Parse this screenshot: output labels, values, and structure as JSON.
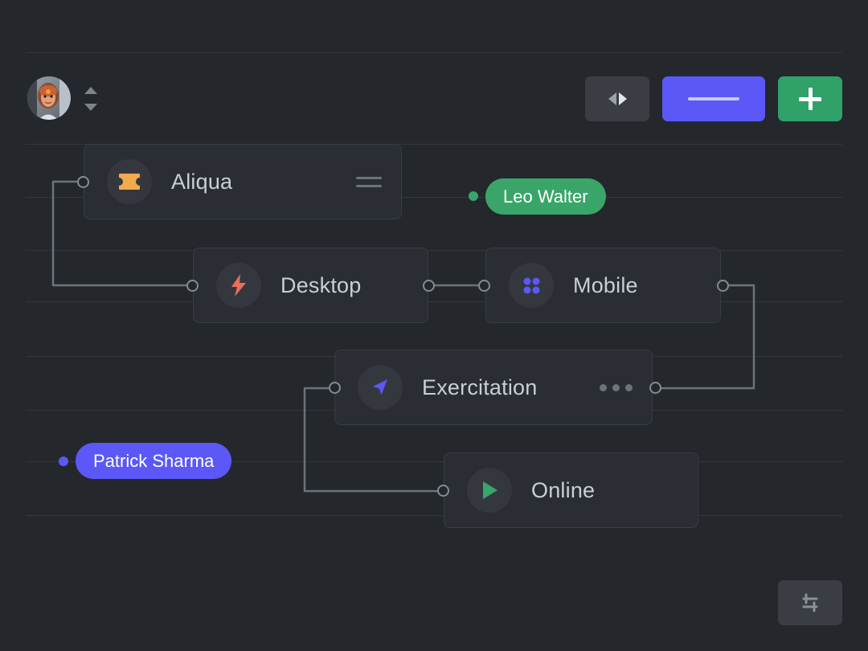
{
  "app": {
    "background": "#24272c",
    "accent_purple": "#5b58f7",
    "accent_green": "#2fa169",
    "grid_color": "#34383e"
  },
  "toolbar": {
    "avatar": {
      "name": "user-avatar",
      "alt": "User profile photo"
    },
    "sort_control": {
      "name": "sort-up-down"
    },
    "buttons": [
      {
        "name": "navigate-button",
        "icon": "left-right-arrows-icon",
        "label": ""
      },
      {
        "name": "collapse-button",
        "icon": "minus-icon",
        "label": "",
        "color": "#5b58f7"
      },
      {
        "name": "add-button",
        "icon": "plus-icon",
        "label": "",
        "color": "#2fa169"
      }
    ]
  },
  "graph": {
    "nodes": [
      {
        "id": "aliqua",
        "label": "Aliqua",
        "icon": "ticket-icon",
        "icon_color": "#f3a94e",
        "action": "hamburger-menu-icon"
      },
      {
        "id": "desktop",
        "label": "Desktop",
        "icon": "lightning-icon",
        "icon_color": "#ef6b5a",
        "action": "none"
      },
      {
        "id": "mobile",
        "label": "Mobile",
        "icon": "grid-dots-icon",
        "icon_color": "#5b58f7",
        "action": "none"
      },
      {
        "id": "exercitation",
        "label": "Exercitation",
        "icon": "navigation-icon",
        "icon_color": "#5b58f7",
        "action": "more-options-icon"
      },
      {
        "id": "online",
        "label": "Online",
        "icon": "play-icon",
        "icon_color": "#3aa569",
        "action": "none"
      }
    ],
    "pills": [
      {
        "id": "leo",
        "label": "Leo Walter",
        "color": "#3aa569"
      },
      {
        "id": "patrick",
        "label": "Patrick Sharma",
        "color": "#5b58f7"
      }
    ]
  },
  "footer": {
    "settings_button": {
      "name": "filter-settings-button",
      "icon": "sliders-icon"
    }
  }
}
